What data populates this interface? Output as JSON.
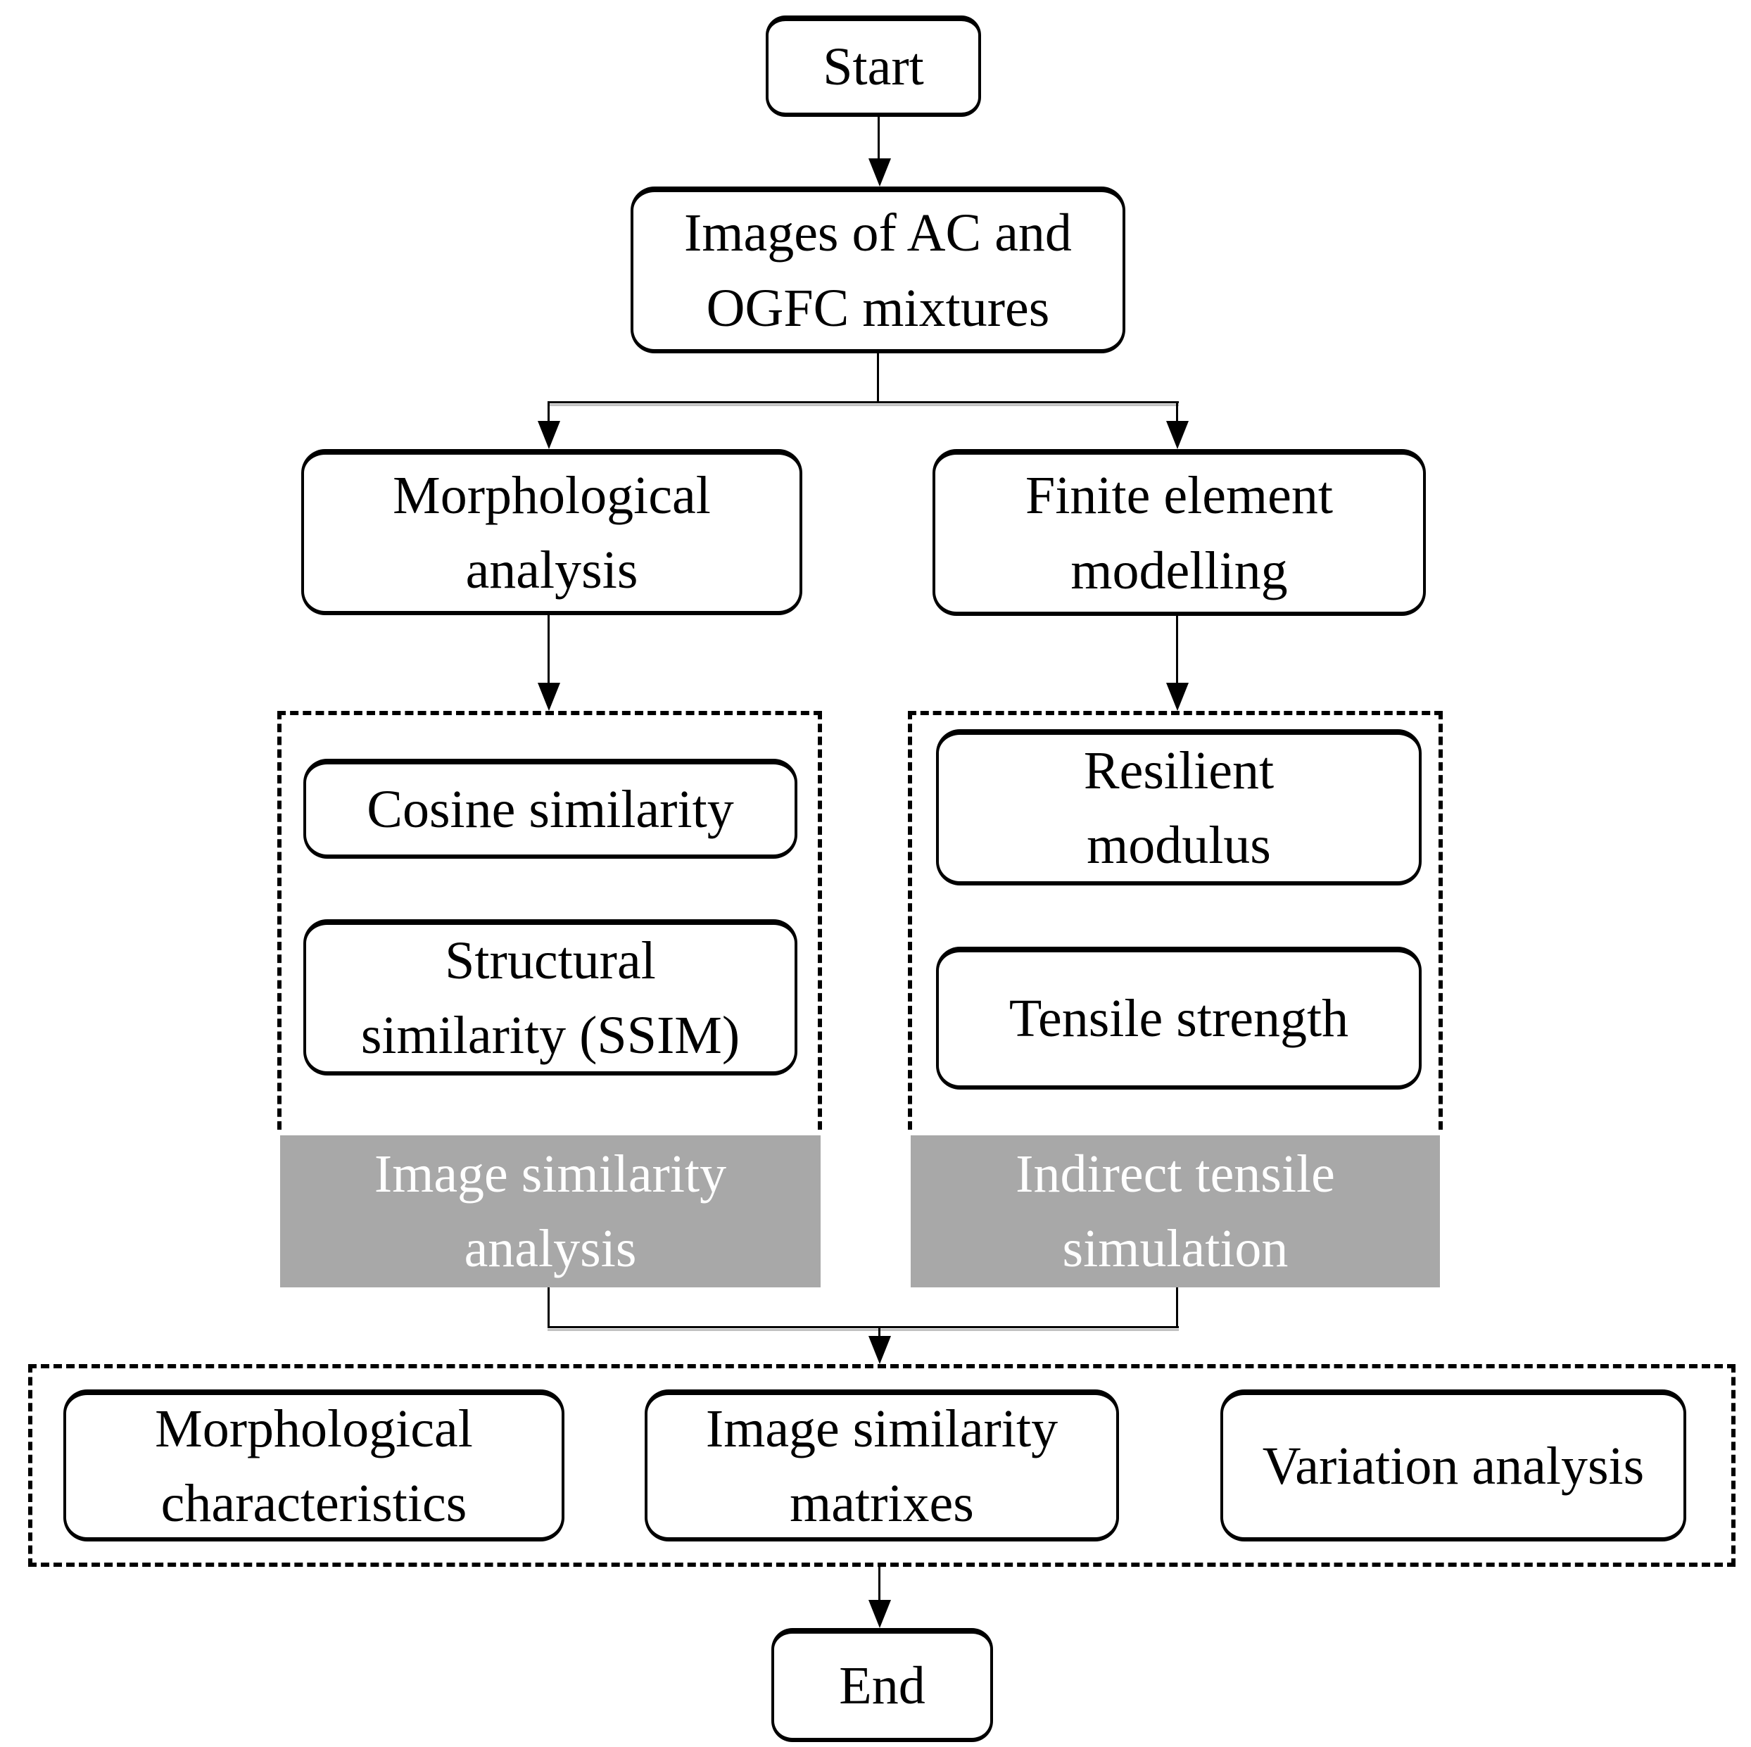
{
  "figure": {
    "type": "flowchart",
    "colors": {
      "line": "#000000",
      "box_fill": "#ffffff",
      "box_border": "#000000",
      "band_fill": "#a8a8a8",
      "band_text": "#ffffff",
      "text": "#000000"
    }
  },
  "nodes": {
    "start": {
      "label": "Start"
    },
    "images": {
      "label": "Images of AC and\nOGFC mixtures"
    },
    "morphological_analysis": {
      "label": "Morphological\nanalysis"
    },
    "finite_element_modelling": {
      "label": "Finite element\nmodelling"
    },
    "cosine_similarity": {
      "label": "Cosine similarity"
    },
    "structural_similarity": {
      "label": "Structural\nsimilarity (SSIM)"
    },
    "resilient_modulus": {
      "label": "Resilient\nmodulus"
    },
    "tensile_strength": {
      "label": "Tensile strength"
    },
    "morphological_characteristics": {
      "label": "Morphological\ncharacteristics"
    },
    "image_similarity_matrixes": {
      "label": "Image similarity\nmatrixes"
    },
    "variation_analysis": {
      "label": "Variation analysis"
    },
    "end": {
      "label": "End"
    }
  },
  "bands": {
    "image_similarity_analysis": {
      "label": "Image similarity\nanalysis"
    },
    "indirect_tensile_simulation": {
      "label": "Indirect tensile\nsimulation"
    }
  },
  "edges": [
    {
      "from": "start",
      "to": "images"
    },
    {
      "from": "images",
      "to": "morphological_analysis"
    },
    {
      "from": "images",
      "to": "finite_element_modelling"
    },
    {
      "from": "morphological_analysis",
      "to": "image_similarity_analysis_group"
    },
    {
      "from": "finite_element_modelling",
      "to": "indirect_tensile_simulation_group"
    },
    {
      "from": "image_similarity_analysis_group",
      "to": "results_group"
    },
    {
      "from": "indirect_tensile_simulation_group",
      "to": "results_group"
    },
    {
      "from": "results_group",
      "to": "end"
    }
  ]
}
